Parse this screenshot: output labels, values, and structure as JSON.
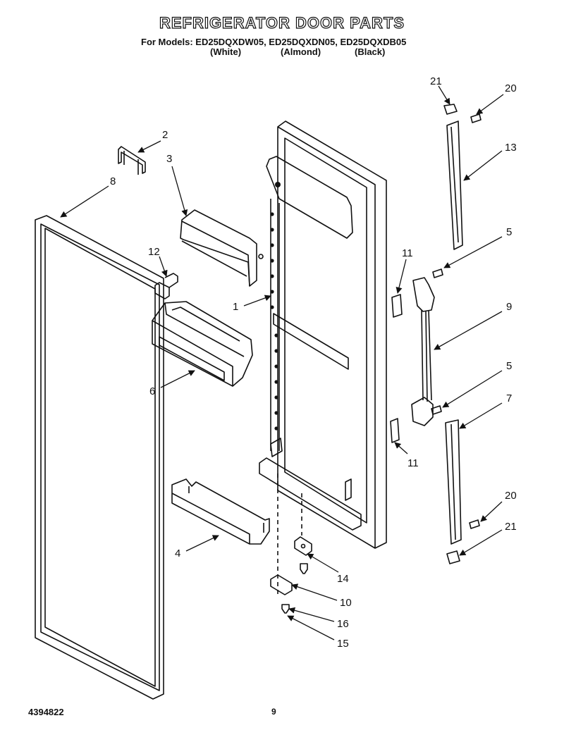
{
  "header": {
    "title": "REFRIGERATOR DOOR PARTS",
    "models_line": "For Models: ED25DQXDW05, ED25DQXDN05, ED25DQXDB05",
    "variants": [
      "(White)",
      "(Almond)",
      "(Black)"
    ]
  },
  "callouts": [
    "1",
    "2",
    "3",
    "4",
    "5",
    "5",
    "6",
    "7",
    "8",
    "9",
    "10",
    "11",
    "11",
    "12",
    "13",
    "14",
    "15",
    "16",
    "20",
    "20",
    "21",
    "21"
  ],
  "footer": {
    "part_number": "4394822",
    "page": "9"
  }
}
